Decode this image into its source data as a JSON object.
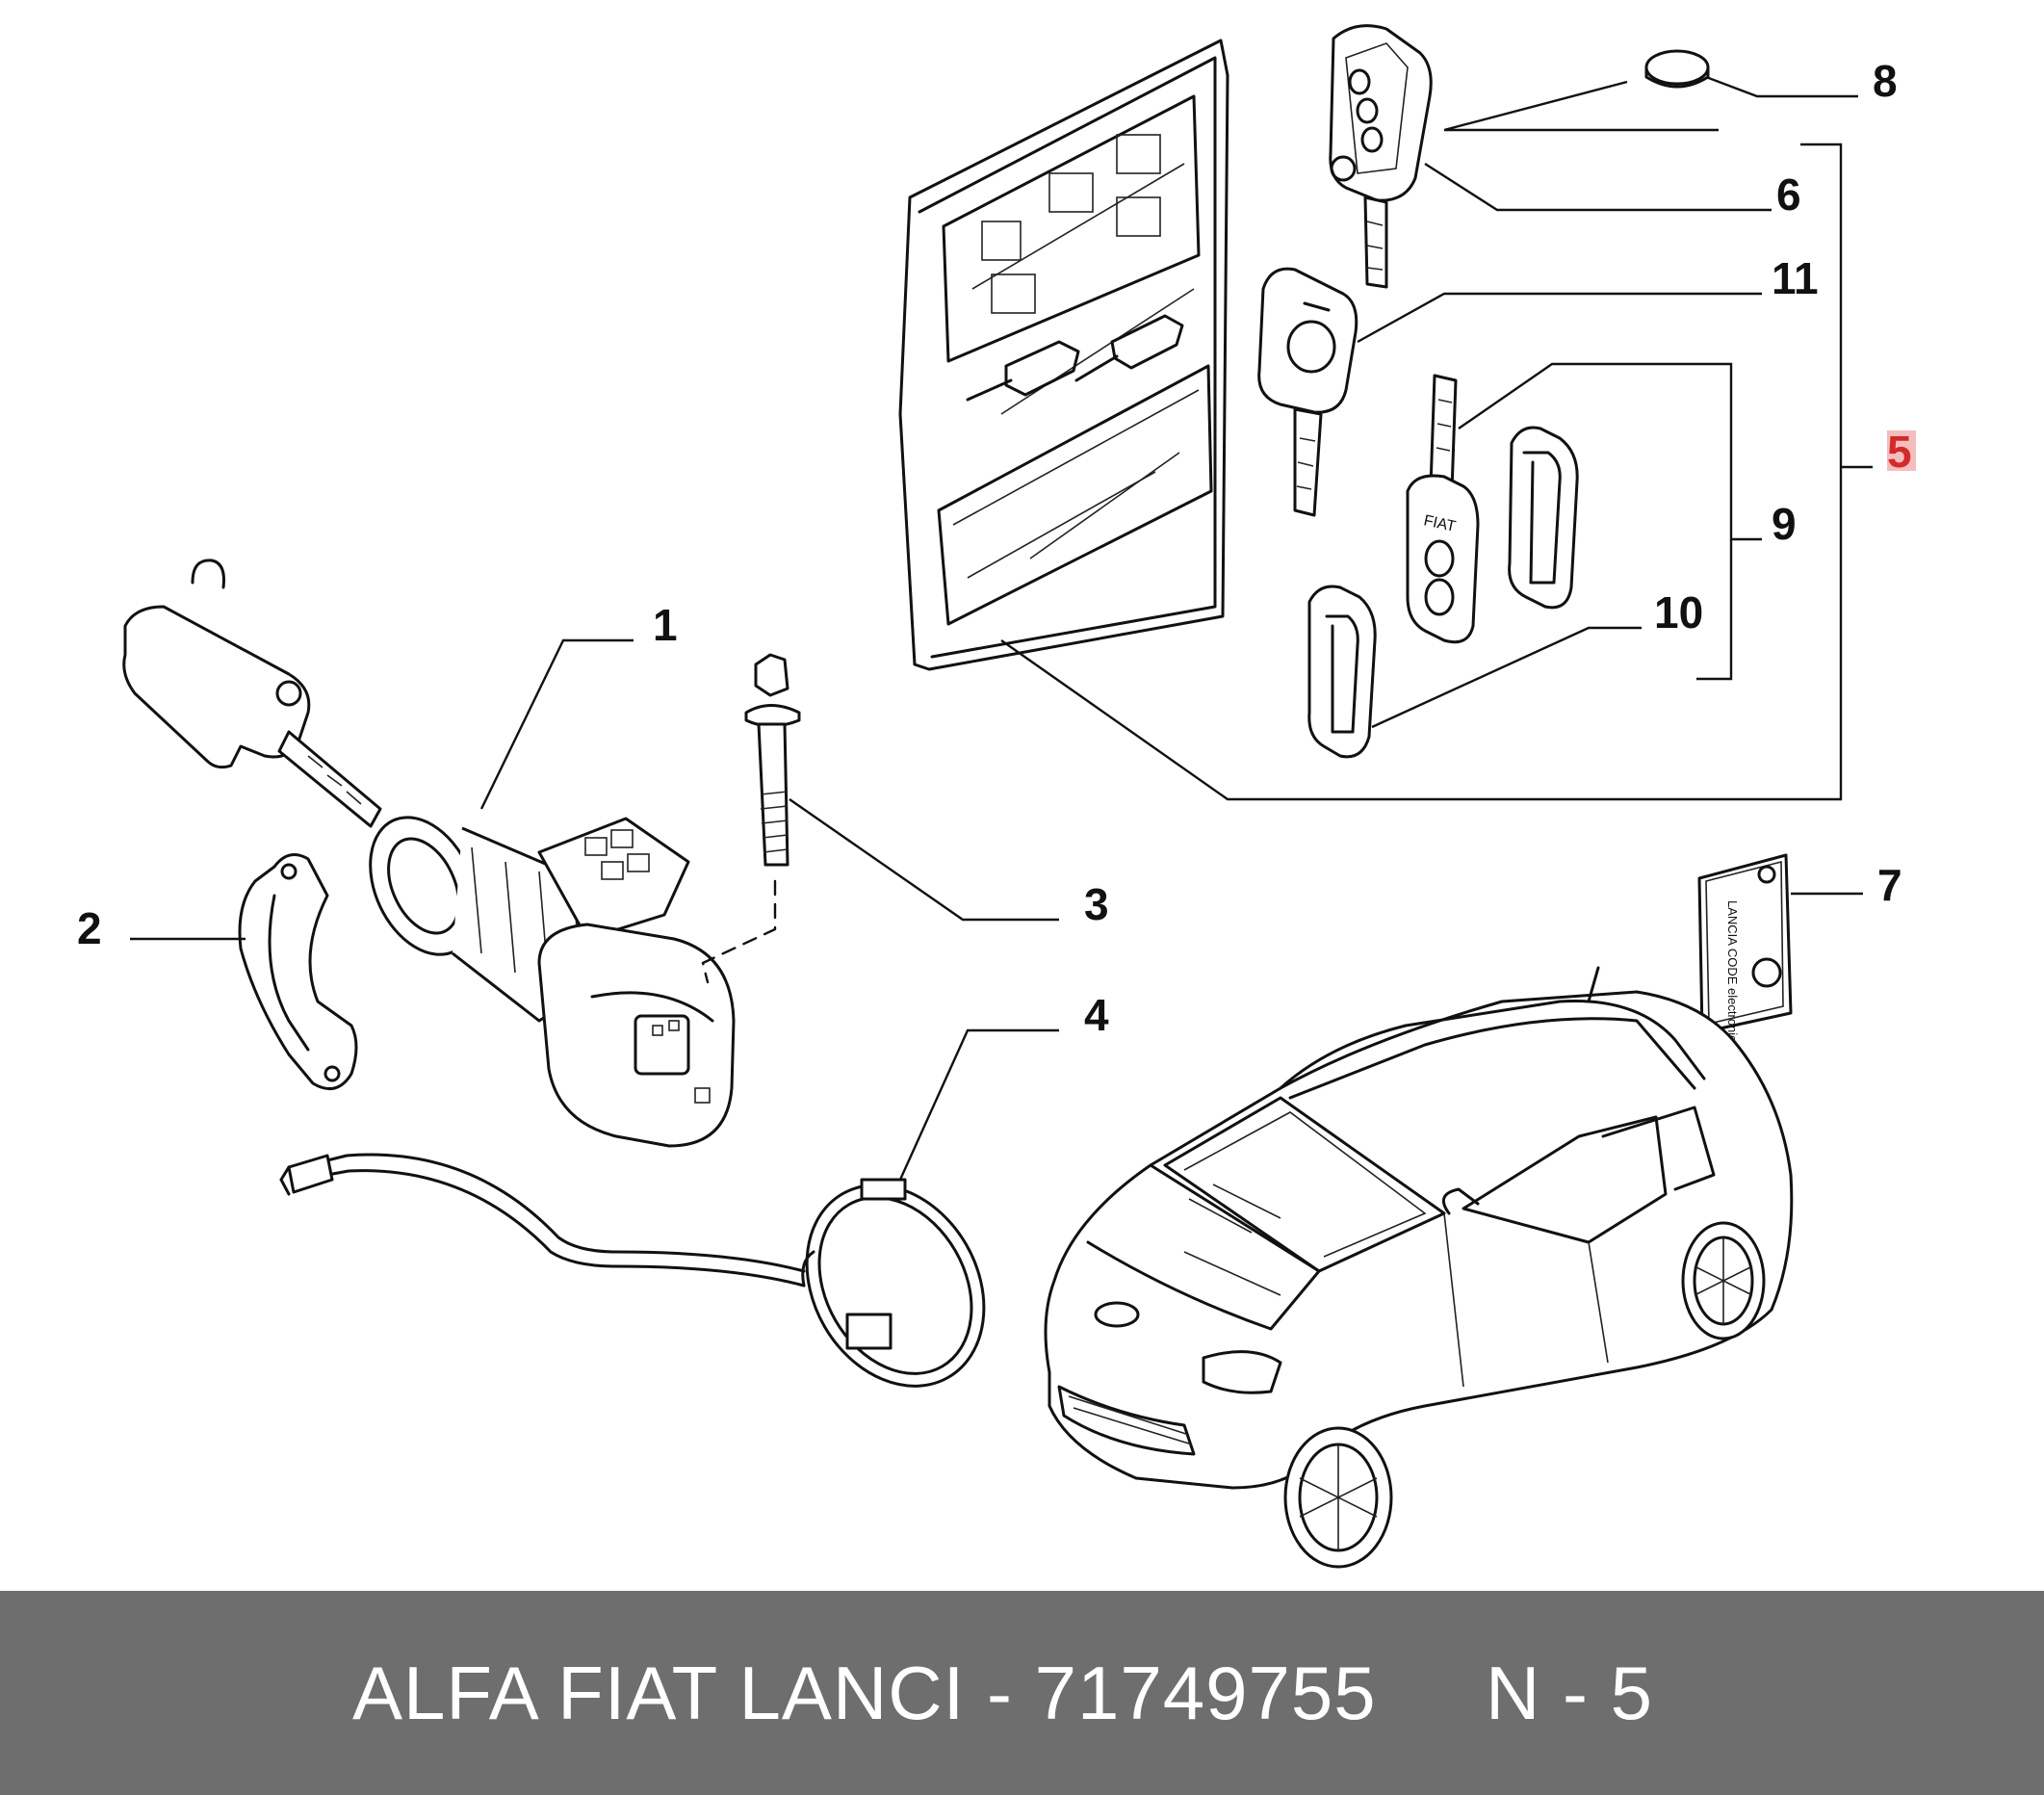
{
  "diagram": {
    "callouts": [
      {
        "id": "1",
        "label": "1"
      },
      {
        "id": "2",
        "label": "2"
      },
      {
        "id": "3",
        "label": "3"
      },
      {
        "id": "4",
        "label": "4"
      },
      {
        "id": "5",
        "label": "5"
      },
      {
        "id": "6",
        "label": "6"
      },
      {
        "id": "7",
        "label": "7"
      },
      {
        "id": "8",
        "label": "8"
      },
      {
        "id": "9",
        "label": "9"
      },
      {
        "id": "10",
        "label": "10"
      },
      {
        "id": "11",
        "label": "11"
      }
    ],
    "highlighted_callout": "5",
    "highlight_color": "#d22a2a",
    "fob_brand_mark": "FIAT",
    "card_text": "LANCIA CODE electronic code"
  },
  "footer": {
    "caption": "ALFA FIAT LANCI - 71749755     N - 5",
    "background_color": "#6e6e6e",
    "text_color": "#ffffff"
  }
}
